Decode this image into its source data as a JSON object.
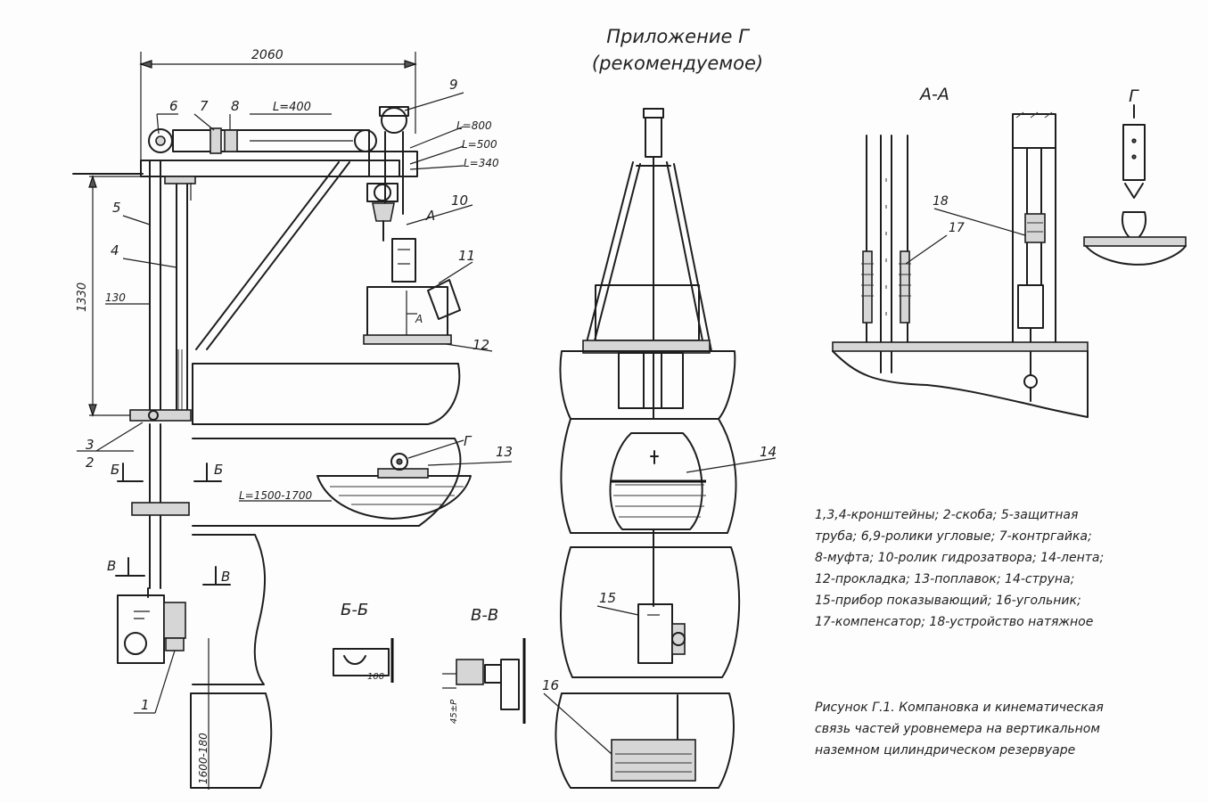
{
  "appendix": {
    "line1": "Приложение Г",
    "line2": "(рекомендуемое)"
  },
  "dimensions": {
    "width_top": "2060",
    "height_left": "1330",
    "offset_130": "130",
    "length_400": "L=400",
    "length_800": "L=800",
    "length_500": "L=500",
    "length_340": "L=340",
    "length_float": "L=1500-1700",
    "bottom_height": "1600-180",
    "bb_dim": "100",
    "vv_dim": "45±P"
  },
  "callouts": {
    "n1": "1",
    "n2": "2",
    "n3": "3",
    "n4": "4",
    "n5": "5",
    "n6": "6",
    "n7": "7",
    "n8": "8",
    "n9": "9",
    "n10": "10",
    "n11": "11",
    "n12": "12",
    "n13": "13",
    "n14": "14",
    "n15": "15",
    "n16": "16",
    "n17": "17",
    "n18": "18"
  },
  "section_labels": {
    "a": "А",
    "a_small": "А",
    "aa": "А-А",
    "bb": "Б-Б",
    "vv": "В-В",
    "b_left": "Б",
    "b_right": "Б",
    "v_left": "В",
    "v_right": "В",
    "g_view": "Г",
    "g_mark": "Г"
  },
  "legend": {
    "line1": "1,3,4-кронштейны; 2-скоба; 5-защитная",
    "line2": "труба; 6,9-ролики угловые; 7-контргайка;",
    "line3": "8-муфта; 10-ролик гидрозатвора; 14-лента;",
    "line4": "12-прокладка; 13-поплавок; 14-струна;",
    "line5": "15-прибор показывающий; 16-угольник;",
    "line6": "17-компенсатор; 18-устройство натяжное"
  },
  "caption": {
    "line1": "Рисунок Г.1. Компановка и кинематическая",
    "line2": "связь частей уровнемера на вертикальном",
    "line3": "наземном цилиндрическом резервуаре"
  },
  "colors": {
    "paper": "#fdfdfd",
    "ink": "#1e1e1e"
  }
}
